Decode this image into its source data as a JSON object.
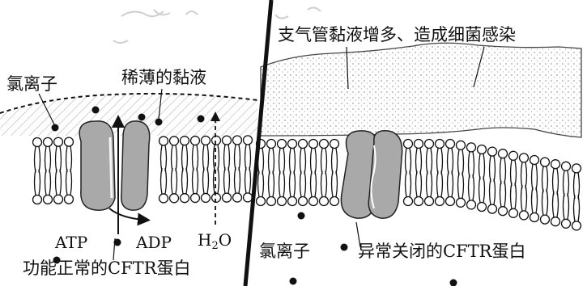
{
  "labels": {
    "mucus_increase": "支气管黏液增多、造成细菌感染",
    "chloride_left": "氯离子",
    "thin_mucus": "稀薄的黏液",
    "atp": "ATP",
    "adp": "ADP",
    "water_main": "H",
    "water_sub": "2",
    "water_tail": "O",
    "normal_cftr": "功能正常的CFTR蛋白",
    "chloride_right": "氯离子",
    "closed_cftr": "异常关闭的CFTR蛋白"
  }
}
